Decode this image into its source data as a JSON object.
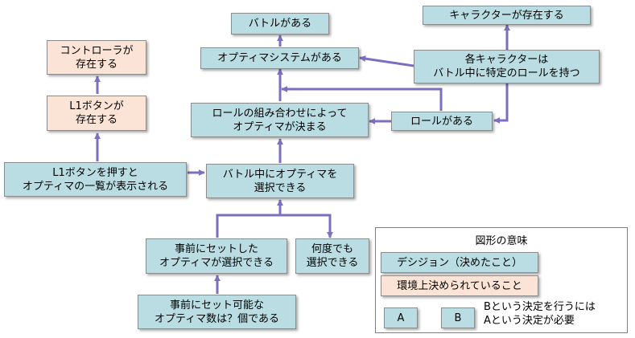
{
  "nodes": {
    "battle_exists": "バトルがある",
    "character_exists": "キャラクターが存在する",
    "optima_system_exists": "オプティマシステムがある",
    "character_role": [
      "各キャラクターは",
      "バトル中に特定のロールを持つ"
    ],
    "role_exists": "ロールがある",
    "role_combo": [
      "ロールの組み合わせによって",
      "オプティマが決まる"
    ],
    "select_in_battle": [
      "バトル中にオプティマを",
      "選択できる"
    ],
    "l1_press": [
      "L1ボタンを押すと",
      "オプティマの一覧が表示される"
    ],
    "l1_exists": [
      "L1ボタンが",
      "存在する"
    ],
    "controller_exists": [
      "コントローラが",
      "存在する"
    ],
    "preset_select": [
      "事前にセットした",
      "オプティマが選択できる"
    ],
    "anytime_select": [
      "何度でも",
      "選択できる"
    ],
    "preset_count": [
      "事前にセット可能な",
      "オプティマ数は？個である"
    ]
  },
  "legend": {
    "title": "図形の意味",
    "decision": "デシジョン（決めたこと）",
    "constraint": "環境上決められていること",
    "a": "A",
    "b": "B",
    "desc": [
      "Bという決定を行うには",
      "Aという決定が必要"
    ]
  },
  "colors": {
    "decision": "#b9dde2",
    "constraint": "#fbe4d5",
    "arrow": "#7a6fc0"
  }
}
